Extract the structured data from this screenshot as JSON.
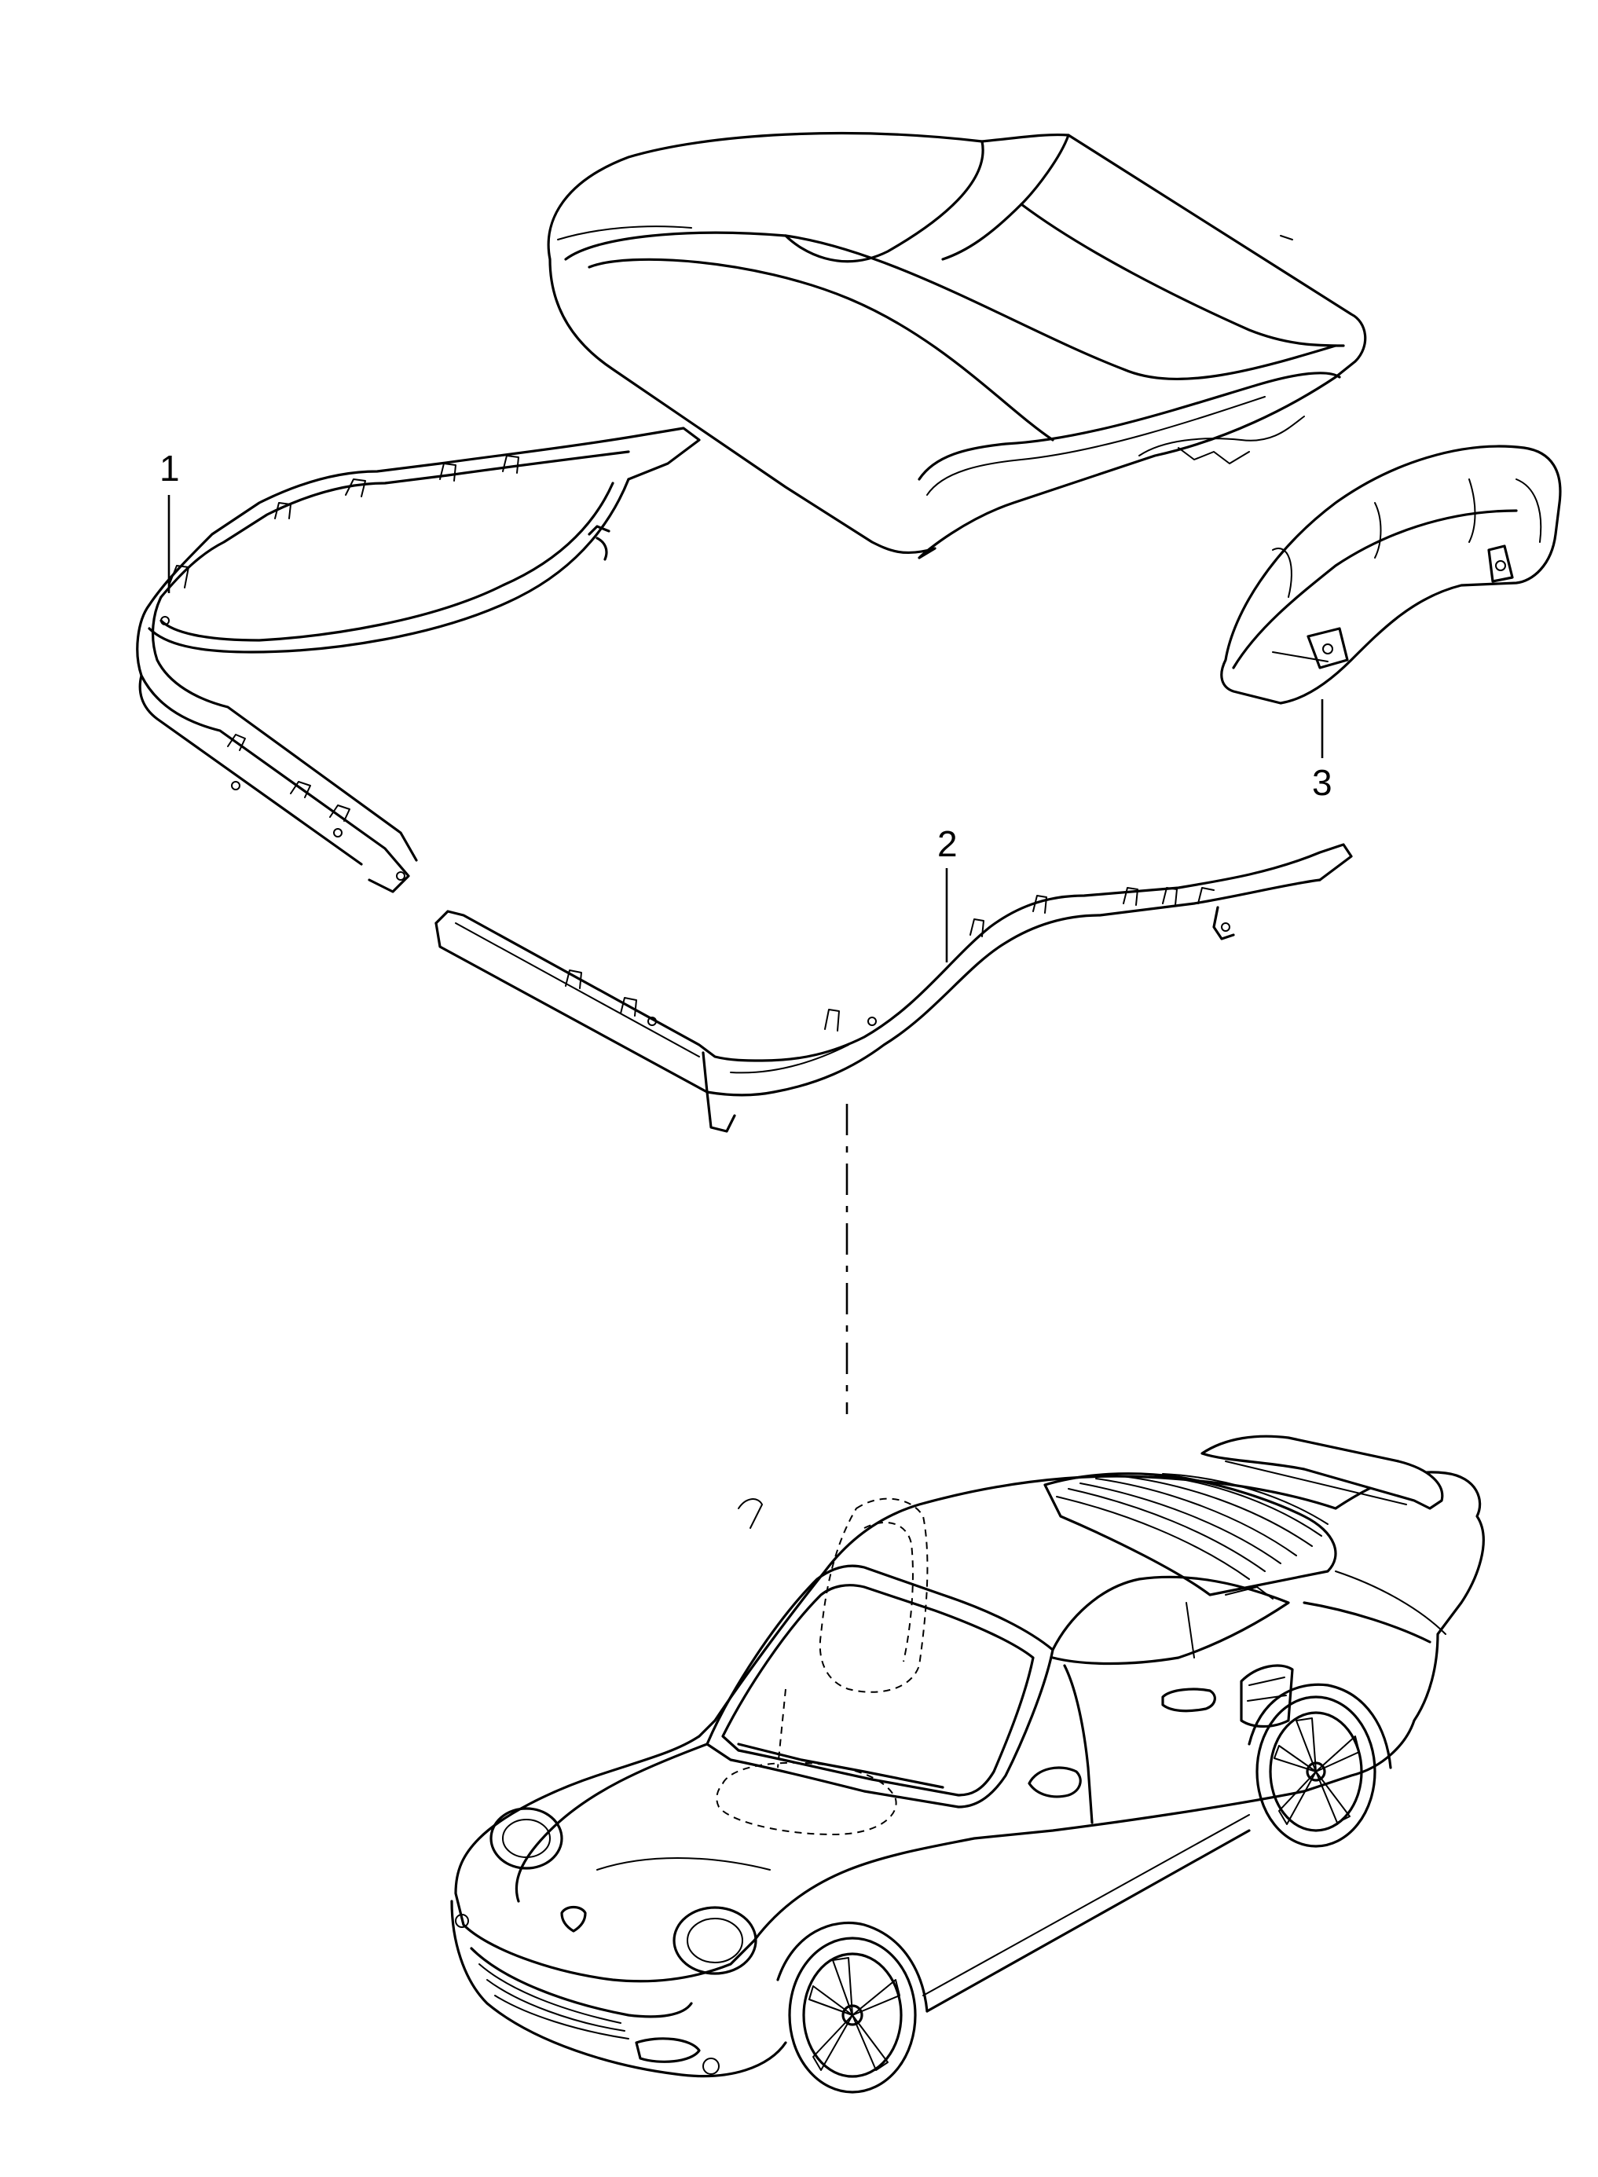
{
  "callouts": {
    "part_1": "1",
    "part_2": "2",
    "part_3": "3"
  },
  "colors": {
    "line": "#000000",
    "background": "#ffffff"
  }
}
